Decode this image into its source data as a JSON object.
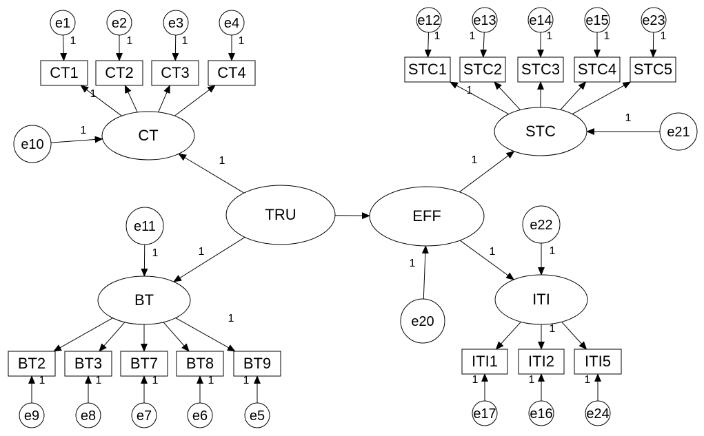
{
  "diagram": {
    "type": "structural-equation-model",
    "latent": [
      {
        "id": "CT",
        "label": "CT"
      },
      {
        "id": "STC",
        "label": "STC"
      },
      {
        "id": "TRU",
        "label": "TRU"
      },
      {
        "id": "EFF",
        "label": "EFF"
      },
      {
        "id": "BT",
        "label": "BT"
      },
      {
        "id": "ITI",
        "label": "ITI"
      }
    ],
    "observed": [
      {
        "id": "CT1",
        "label": "CT1"
      },
      {
        "id": "CT2",
        "label": "CT2"
      },
      {
        "id": "CT3",
        "label": "CT3"
      },
      {
        "id": "CT4",
        "label": "CT4"
      },
      {
        "id": "STC1",
        "label": "STC1"
      },
      {
        "id": "STC2",
        "label": "STC2"
      },
      {
        "id": "STC3",
        "label": "STC3"
      },
      {
        "id": "STC4",
        "label": "STC4"
      },
      {
        "id": "STC5",
        "label": "STC5"
      },
      {
        "id": "BT2",
        "label": "BT2"
      },
      {
        "id": "BT3",
        "label": "BT3"
      },
      {
        "id": "BT7",
        "label": "BT7"
      },
      {
        "id": "BT8",
        "label": "BT8"
      },
      {
        "id": "BT9",
        "label": "BT9"
      },
      {
        "id": "ITI1",
        "label": "ITI1"
      },
      {
        "id": "ITI2",
        "label": "ITI2"
      },
      {
        "id": "ITI5",
        "label": "ITI5"
      }
    ],
    "errors": [
      {
        "id": "e1",
        "label": "e1"
      },
      {
        "id": "e2",
        "label": "e2"
      },
      {
        "id": "e3",
        "label": "e3"
      },
      {
        "id": "e4",
        "label": "e4"
      },
      {
        "id": "e12",
        "label": "e12"
      },
      {
        "id": "e13",
        "label": "e13"
      },
      {
        "id": "e14",
        "label": "e14"
      },
      {
        "id": "e15",
        "label": "e15"
      },
      {
        "id": "e23",
        "label": "e23"
      },
      {
        "id": "e10",
        "label": "e10"
      },
      {
        "id": "e21",
        "label": "e21"
      },
      {
        "id": "e11",
        "label": "e11"
      },
      {
        "id": "e22",
        "label": "e22"
      },
      {
        "id": "e20",
        "label": "e20"
      },
      {
        "id": "e9",
        "label": "e9"
      },
      {
        "id": "e8",
        "label": "e8"
      },
      {
        "id": "e7",
        "label": "e7"
      },
      {
        "id": "e6",
        "label": "e6"
      },
      {
        "id": "e5",
        "label": "e5"
      },
      {
        "id": "e17",
        "label": "e17"
      },
      {
        "id": "e16",
        "label": "e16"
      },
      {
        "id": "e24",
        "label": "e24"
      }
    ],
    "paths": [
      {
        "from": "e1",
        "to": "CT1",
        "weight": "1"
      },
      {
        "from": "e2",
        "to": "CT2",
        "weight": "1"
      },
      {
        "from": "e3",
        "to": "CT3",
        "weight": "1"
      },
      {
        "from": "e4",
        "to": "CT4",
        "weight": "1"
      },
      {
        "from": "CT",
        "to": "CT1",
        "weight": "1"
      },
      {
        "from": "CT",
        "to": "CT2",
        "weight": ""
      },
      {
        "from": "CT",
        "to": "CT3",
        "weight": ""
      },
      {
        "from": "CT",
        "to": "CT4",
        "weight": ""
      },
      {
        "from": "e10",
        "to": "CT",
        "weight": "1"
      },
      {
        "from": "TRU",
        "to": "CT",
        "weight": "1"
      },
      {
        "from": "e12",
        "to": "STC1",
        "weight": "1"
      },
      {
        "from": "e13",
        "to": "STC2",
        "weight": "1"
      },
      {
        "from": "e14",
        "to": "STC3",
        "weight": "1"
      },
      {
        "from": "e15",
        "to": "STC4",
        "weight": "1"
      },
      {
        "from": "e23",
        "to": "STC5",
        "weight": "1"
      },
      {
        "from": "STC",
        "to": "STC1",
        "weight": ""
      },
      {
        "from": "STC",
        "to": "STC2",
        "weight": "1"
      },
      {
        "from": "STC",
        "to": "STC3",
        "weight": ""
      },
      {
        "from": "STC",
        "to": "STC4",
        "weight": ""
      },
      {
        "from": "STC",
        "to": "STC5",
        "weight": ""
      },
      {
        "from": "e21",
        "to": "STC",
        "weight": "1"
      },
      {
        "from": "EFF",
        "to": "STC",
        "weight": "1"
      },
      {
        "from": "TRU",
        "to": "EFF",
        "weight": ""
      },
      {
        "from": "TRU",
        "to": "BT",
        "weight": "1"
      },
      {
        "from": "e11",
        "to": "BT",
        "weight": "1"
      },
      {
        "from": "BT",
        "to": "BT2",
        "weight": ""
      },
      {
        "from": "BT",
        "to": "BT3",
        "weight": ""
      },
      {
        "from": "BT",
        "to": "BT7",
        "weight": ""
      },
      {
        "from": "BT",
        "to": "BT8",
        "weight": ""
      },
      {
        "from": "BT",
        "to": "BT9",
        "weight": "1"
      },
      {
        "from": "e9",
        "to": "BT2",
        "weight": "1"
      },
      {
        "from": "e8",
        "to": "BT3",
        "weight": "1"
      },
      {
        "from": "e7",
        "to": "BT7",
        "weight": "1"
      },
      {
        "from": "e6",
        "to": "BT8",
        "weight": "1"
      },
      {
        "from": "e5",
        "to": "BT9",
        "weight": "1"
      },
      {
        "from": "e20",
        "to": "EFF",
        "weight": "1"
      },
      {
        "from": "EFF",
        "to": "ITI",
        "weight": "1"
      },
      {
        "from": "e22",
        "to": "ITI",
        "weight": "1"
      },
      {
        "from": "ITI",
        "to": "ITI1",
        "weight": ""
      },
      {
        "from": "ITI",
        "to": "ITI2",
        "weight": "1"
      },
      {
        "from": "ITI",
        "to": "ITI5",
        "weight": ""
      },
      {
        "from": "e17",
        "to": "ITI1",
        "weight": "1"
      },
      {
        "from": "e16",
        "to": "ITI2",
        "weight": "1"
      },
      {
        "from": "e24",
        "to": "ITI5",
        "weight": "1"
      }
    ]
  }
}
